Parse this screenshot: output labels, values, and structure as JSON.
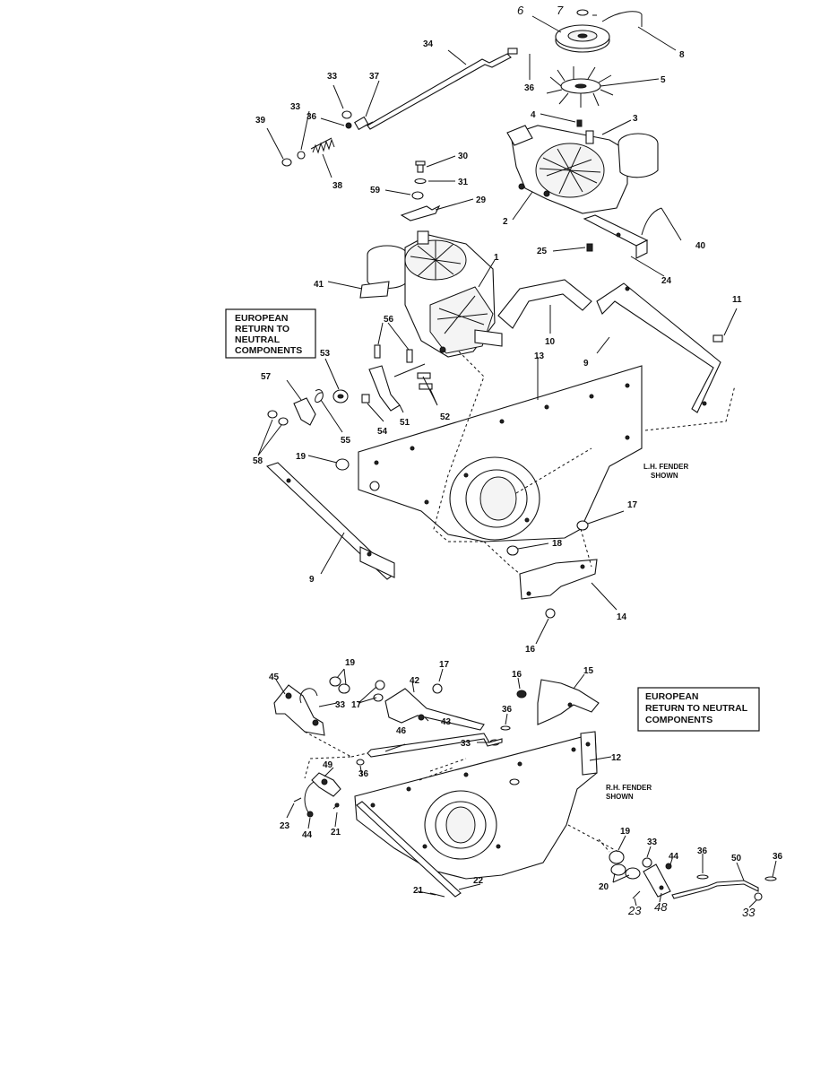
{
  "boxes": {
    "left": [
      "EUROPEAN",
      "RETURN TO",
      "NEUTRAL",
      "COMPONENTS"
    ],
    "right": [
      "EUROPEAN",
      "RETURN TO NEUTRAL",
      "COMPONENTS"
    ]
  },
  "notes": {
    "lh": [
      "L.H. FENDER",
      "SHOWN"
    ],
    "rh": [
      "R.H. FENDER",
      "SHOWN"
    ]
  },
  "callouts": {
    "c6": "6",
    "c7": "7",
    "c8": "8",
    "c34": "34",
    "c36a": "36",
    "c5": "5",
    "c33a": "33",
    "c37": "37",
    "c33b": "33",
    "c36b": "36",
    "c39": "39",
    "c38": "38",
    "c4": "4",
    "c3": "3",
    "c30": "30",
    "c31": "31",
    "c59": "59",
    "c29": "29",
    "c2": "2",
    "c40": "40",
    "c25": "25",
    "c24": "24",
    "c1": "1",
    "c41": "41",
    "c11": "11",
    "c10": "10",
    "c9a": "9",
    "c56": "56",
    "c13": "13",
    "c53": "53",
    "c57": "57",
    "c52": "52",
    "c51": "51",
    "c54": "54",
    "c55": "55",
    "c58": "58",
    "c19a": "19",
    "c17a": "17",
    "c18": "18",
    "c9b": "9",
    "c14": "14",
    "c16a": "16",
    "c19b": "19",
    "c45": "45",
    "c33c": "33",
    "c17b": "17",
    "c42": "42",
    "c17c": "17",
    "c16b": "16",
    "c15": "15",
    "c43": "43",
    "c36c": "36",
    "c33d": "33",
    "c46": "46",
    "c12": "12",
    "c49": "49",
    "c36d": "36",
    "c23a": "23",
    "c44a": "44",
    "c21a": "21",
    "c22": "22",
    "c21b": "21",
    "c19c": "19",
    "c33e": "33",
    "c44b": "44",
    "c36e": "36",
    "c50": "50",
    "c36f": "36",
    "c20": "20",
    "c23b": "23",
    "c48": "48",
    "c33f": "33"
  }
}
